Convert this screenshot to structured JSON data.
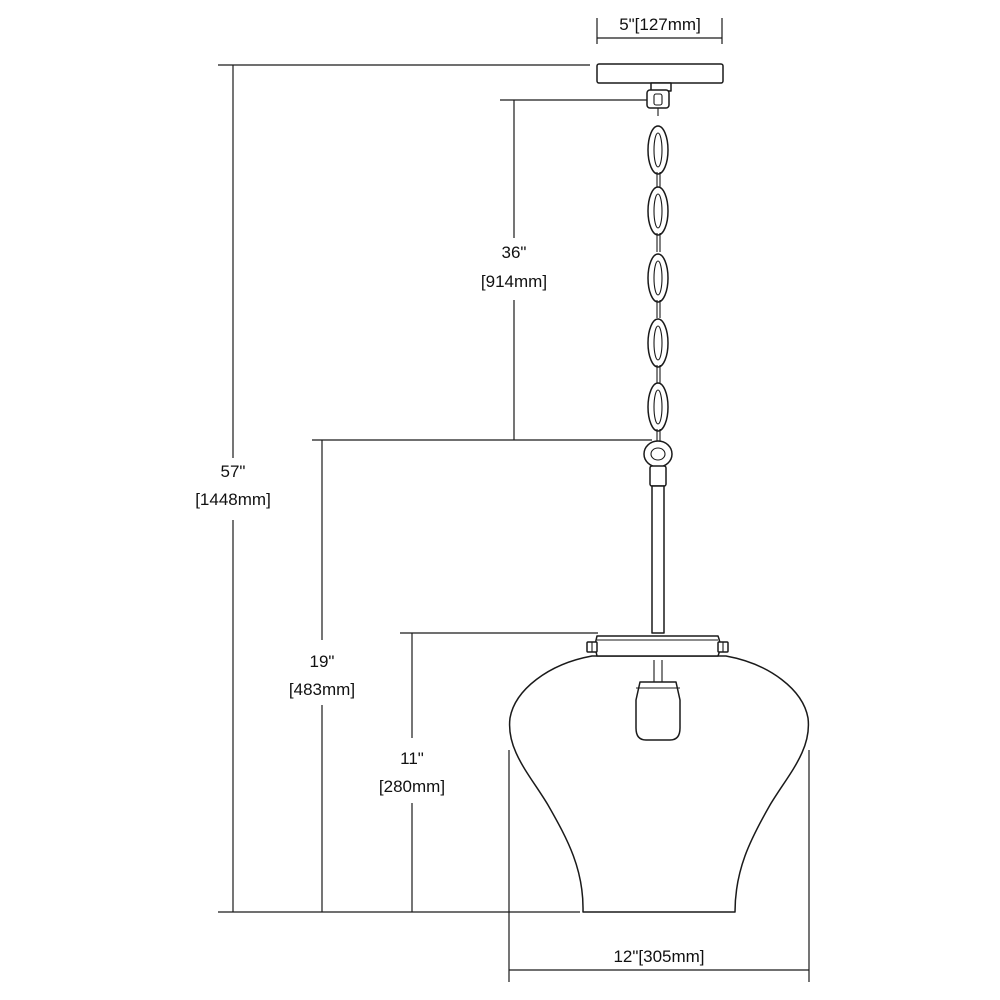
{
  "dimensions": {
    "canopy_width": {
      "label": "5\"[127mm]"
    },
    "chain_length": {
      "label_in": "36\"",
      "label_mm": "[914mm]"
    },
    "overall_height": {
      "label_in": "57\"",
      "label_mm": "[1448mm]"
    },
    "fixture_height": {
      "label_in": "19\"",
      "label_mm": "[483mm]"
    },
    "shade_height": {
      "label_in": "11\"",
      "label_mm": "[280mm]"
    },
    "shade_width": {
      "label": "12\"[305mm]"
    }
  },
  "colors": {
    "line": "#1a1a1a",
    "background": "#ffffff"
  }
}
